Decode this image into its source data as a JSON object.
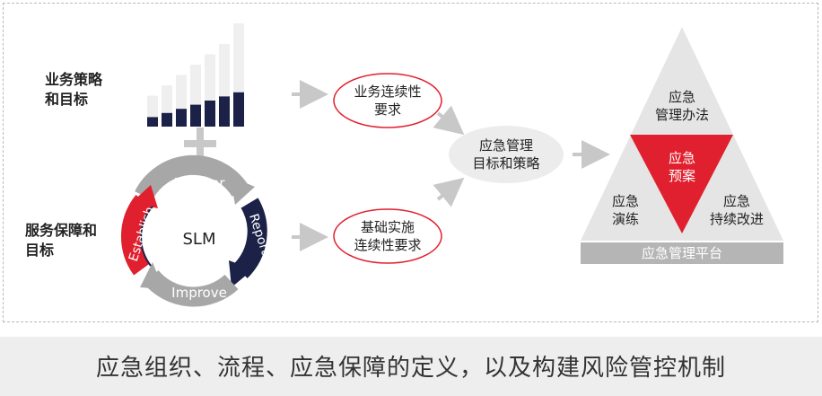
{
  "left": {
    "business_label_1": "业务策略",
    "business_label_2": "和目标",
    "service_label_1": "服务保障和",
    "service_label_2": "目标"
  },
  "bars": {
    "values": [
      1,
      2,
      3,
      4,
      5,
      6,
      7
    ],
    "grey_values": [
      3,
      4,
      5,
      6,
      7,
      8,
      10
    ]
  },
  "cycle": {
    "center": "SLM",
    "monitor": "Monitor",
    "report": "Report",
    "improve": "Improve",
    "establish": "Establish",
    "colors": {
      "navy": "#1b2147",
      "red": "#e0202e",
      "grey": "#a7a7a7"
    }
  },
  "ovals": {
    "top_1": "业务连续性",
    "top_2": "要求",
    "bottom_1": "基础实施",
    "bottom_2": "连续性要求",
    "center_1": "应急管理",
    "center_2": "目标和策略"
  },
  "pyramid": {
    "top_1": "应急",
    "top_2": "管理办法",
    "center_1": "应急",
    "center_2": "预案",
    "left_1": "应急",
    "left_2": "演练",
    "right_1": "应急",
    "right_2": "持续改进",
    "base": "应急管理平台"
  },
  "footer": {
    "text": "应急组织、流程、应急保障的定义，以及构建风险管控机制"
  }
}
